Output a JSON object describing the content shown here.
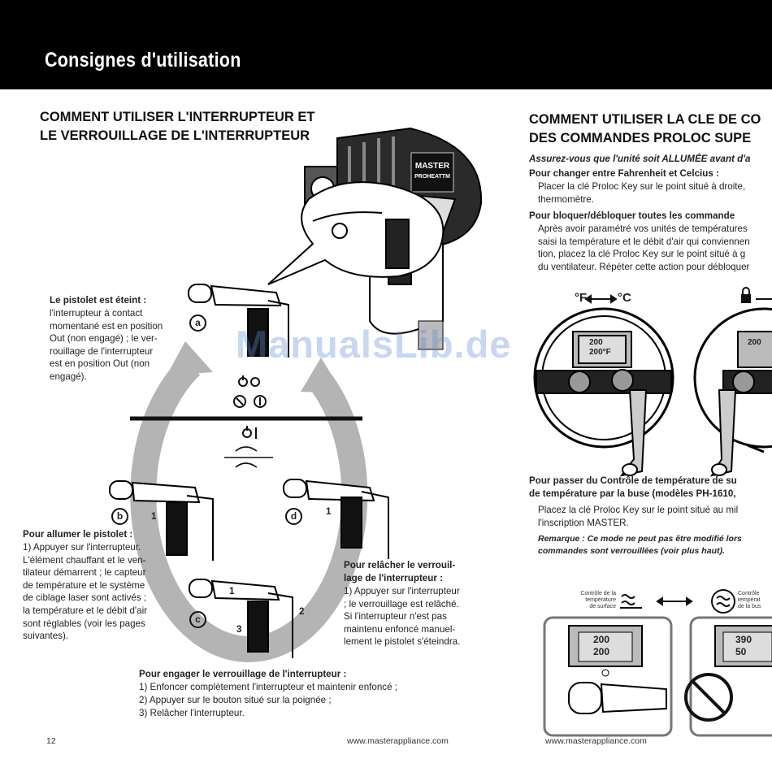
{
  "header": {
    "title": "Consignes d'utilisation"
  },
  "left": {
    "title_line1": "COMMENT UTILISER L'INTERRUPTEUR ET",
    "title_line2": "LE VERROUILLAGE DE L'INTERRUPTEUR",
    "gun_logo": "MASTER PROHEATTM",
    "state_a": {
      "title": "Le pistolet est éteint :",
      "body": "l'interrupteur à contact\nmomentané est en position\nOut (non engagé) ; le ver-\nrouillage de l'interrupteur\nest en position Out (non\nengagé)."
    },
    "state_b": {
      "title": "Pour allumer le pistolet :",
      "body": "1) Appuyer sur l'interrupteur.\nL'élément chauffant et le ven-\ntilateur démarrent ; le capteur\nde température et le système\nde ciblage laser sont activés ;\nla température et le débit d'air\nsont réglables (voir les pages\nsuivantes)."
    },
    "state_d": {
      "title1": "Pour relâcher le verrouil-",
      "title2": "lage de l'interrupteur :",
      "body": "1) Appuyer sur l'interrupteur\n; le verrouillage est relâché.\nSi l'interrupteur n'est pas\nmaintenu enfoncé manuel-\nlement le pistolet s'éteindra."
    },
    "state_c": {
      "title": "Pour engager le verrouillage de l'interrupteur :",
      "steps": [
        "1) Enfoncer complètement l'interrupteur et maintenir enfoncé ;",
        "2) Appuyer sur le bouton situé sur la poignée ;",
        "3) Relâcher l'interrupteur."
      ]
    },
    "badges": [
      "a",
      "b",
      "c",
      "d"
    ],
    "step_numbers": [
      "1",
      "1",
      "2",
      "3",
      "1"
    ],
    "page_number": "12",
    "footer_url": "www.masterappliance.com"
  },
  "right": {
    "title_line1": "COMMENT UTILISER LA CLE DE CO",
    "title_line2": "DES COMMANDES PROLOC SUPE",
    "note_italic": "Assurez-vous que l'unité soit ALLUMÉE avant d'a",
    "section1_title": "Pour changer entre Fahrenheit et Celcius :",
    "section1_body": "Placer la clé Proloc Key sur le point situé à droite,\nthermomètre.",
    "section2_title": "Pour bloquer/débloquer toutes les commande",
    "section2_body": "Après avoir paramétré vos unités de températures\nsaisi la température et le débit d'air qui conviennen\ntion, placez la clé Proloc Key sur le point situé à g\ndu ventilateur. Répéter cette action pour débloquer",
    "unit_f": "°F",
    "unit_c": "°C",
    "display1_top": "200",
    "display1_bottom": "200°F",
    "display2_top": "200",
    "section3_title1": "Pour passer du Contrôle de température de su",
    "section3_title2": "de température par la buse (modèles PH-1610,",
    "section3_body": "Placez la clé Proloc Key sur le point situé au mil\nl'inscription MASTER.",
    "remark": "Remarque : Ce mode ne peut pas être modifié lors\ncommandes sont verrouillées (voir plus haut).",
    "surface_label": "Contrôle de la\ntempérature\nde surface",
    "nozzle_label": "Contrôle\ntempérat\nde la bus",
    "mode1_top": "200",
    "mode1_bottom": "200",
    "mode2_top": "390",
    "mode2_bottom": "50",
    "footer_url": "www.masterappliance.com"
  },
  "watermark": "ManualsLib.de"
}
